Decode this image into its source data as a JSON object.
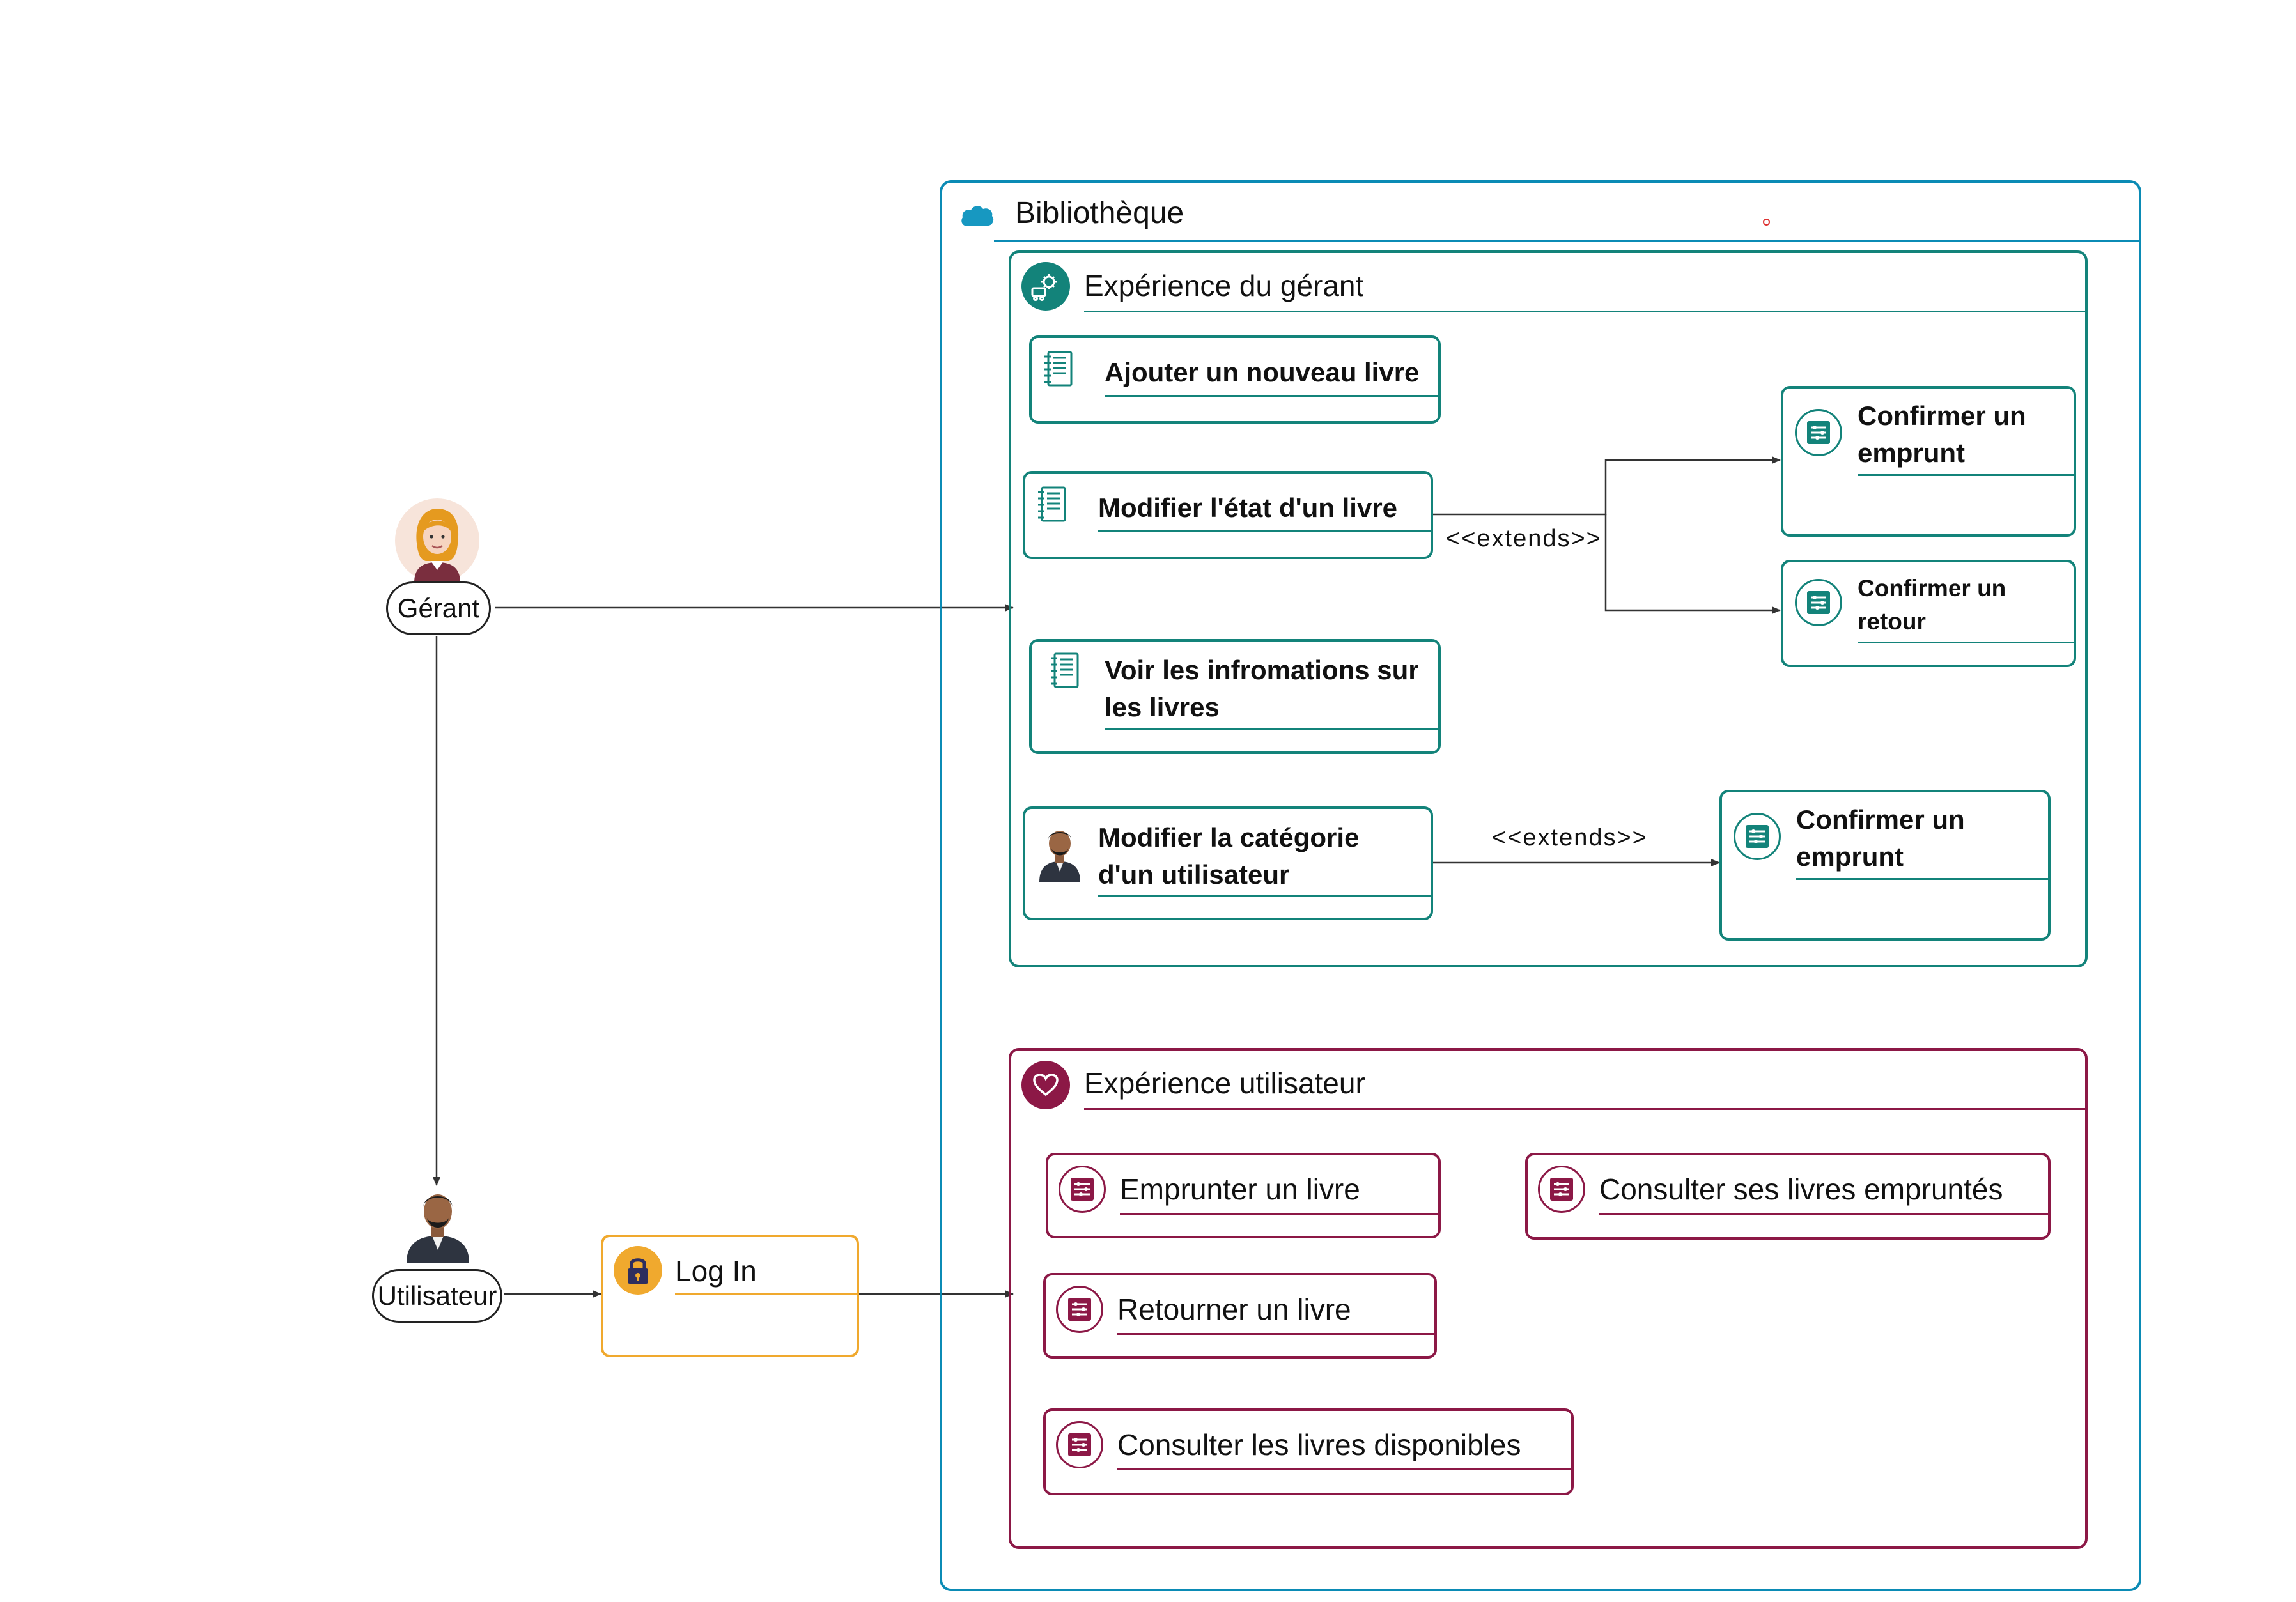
{
  "system": {
    "title": "Bibliothèque"
  },
  "actors": {
    "manager": {
      "label": "Gérant"
    },
    "user": {
      "label": "Utilisateur"
    }
  },
  "login": {
    "label": "Log In"
  },
  "manager_group": {
    "title": "Expérience du gérant",
    "add_book": "Ajouter un nouveau livre",
    "edit_state": "Modifier l'état d'un livre",
    "view_info_1": "Voir les infromations sur",
    "view_info_2": "les livres",
    "edit_category_1": "Modifier la catégorie",
    "edit_category_2": "d'un utilisateur",
    "confirm_loan_a_1": "Confirmer un",
    "confirm_loan_a_2": "emprunt",
    "confirm_return_1": "Confirmer un",
    "confirm_return_2": "retour",
    "confirm_loan_b_1": "Confirmer un",
    "confirm_loan_b_2": "emprunt",
    "extends_1": "<<extends>>",
    "extends_2": "<<extends>>"
  },
  "user_group": {
    "title": "Expérience utilisateur",
    "borrow": "Emprunter un livre",
    "my_loans": "Consulter ses livres empruntés",
    "return_book": "Retourner un livre",
    "available": "Consulter les livres disponibles"
  },
  "colors": {
    "system": "#0b8bb5",
    "manager": "#13837a",
    "user": "#8c1846",
    "login": "#f0a92e"
  },
  "icons": {
    "system": "salesforce-cloud-icon",
    "manager_group": "gear-cart-icon",
    "user_group": "heart-icon",
    "notebook": "notebook-icon",
    "settings_panel": "settings-panel-icon",
    "lock": "lock-icon"
  }
}
